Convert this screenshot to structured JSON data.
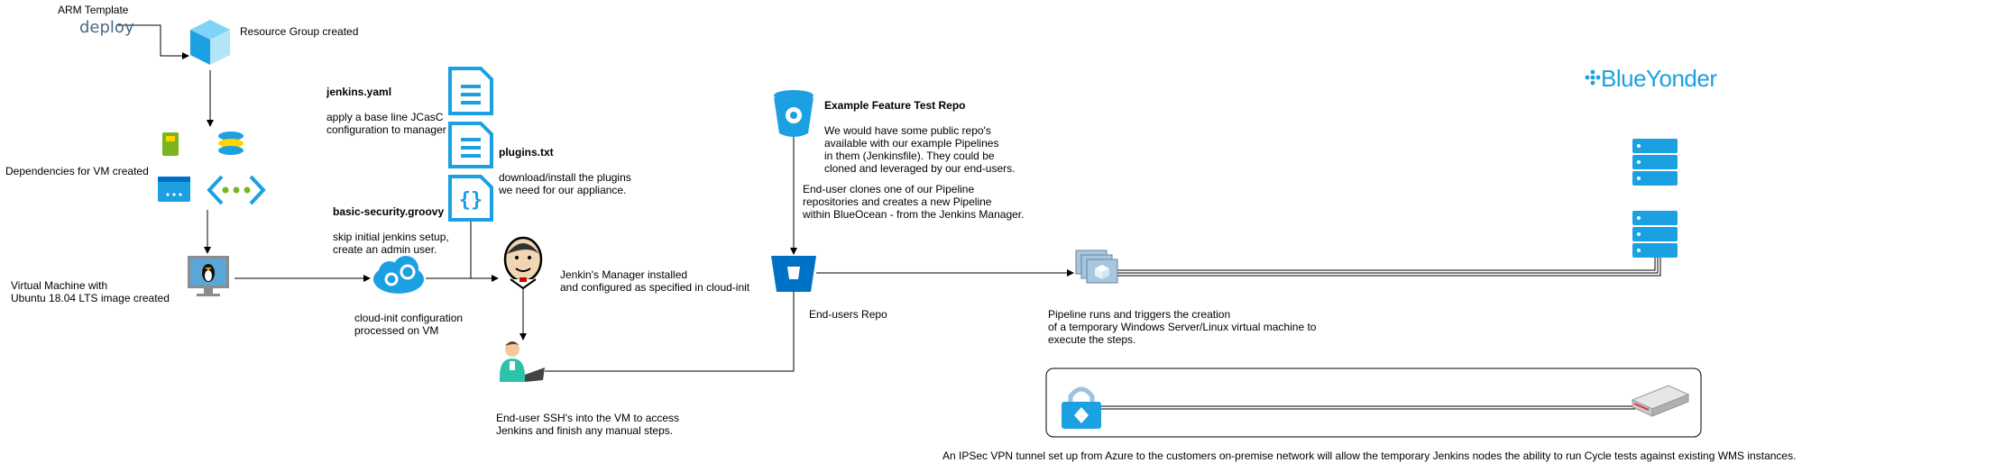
{
  "labels": {
    "arm_template": "ARM Template",
    "deploy": "deploy",
    "resource_group": "Resource Group created",
    "dependencies": "Dependencies for VM created",
    "vm": "Virtual Machine with\nUbuntu 18.04 LTS image created",
    "cloud_init": "cloud-init configuration\nprocessed on VM",
    "jenkins_yaml_title": "jenkins.yaml",
    "jenkins_yaml_desc": "apply a base line JCasC\nconfiguration to manager",
    "plugins_title": "plugins.txt",
    "plugins_desc": "download/install the plugins\nwe need for our appliance.",
    "basic_security_title": "basic-security.groovy",
    "basic_security_desc": "skip initial jenkins setup,\ncreate an admin user.",
    "jenkins_manager": "Jenkin's Manager installed\nand configured as specified in cloud-init",
    "end_user_ssh": "End-user SSH's into the VM to access\nJenkins and finish any manual steps.",
    "example_repo_title": "Example Feature Test Repo",
    "example_repo_desc": "We would have some public repo's\navailable with our example Pipelines\nin them (Jenkinsfile). They could be\ncloned and leveraged by our end-users.",
    "clone_note": "End-user clones one of our Pipeline\nrepositories and creates a new Pipeline\nwithin BlueOcean - from the Jenkins Manager.",
    "end_users_repo": "End-users Repo",
    "pipeline_runs": "Pipeline runs and triggers the creation\nof a temporary Windows Server/Linux virtual machine to\nexecute the steps.",
    "ipsec_note": "An IPSec VPN tunnel set up from Azure to the customers on-premise network will allow the temporary Jenkins nodes the ability to run Cycle tests against existing WMS instances.",
    "brand": "BlueYonder"
  },
  "colors": {
    "azure_blue": "#1ba0e2",
    "azure_dark": "#0072c6",
    "line": "#000000",
    "server": "#1ba0e2",
    "router": "#d9d9d9"
  },
  "icons": [
    "cube-icon",
    "config-icons",
    "monitor-linux-icon",
    "cloud-gear-icon",
    "document-icon",
    "json-icon",
    "jenkins-butler-icon",
    "user-laptop-icon",
    "bucket-icon",
    "repo-icon",
    "vm-stack-icon",
    "server-rack-icon",
    "vpn-lock-icon",
    "router-icon"
  ]
}
